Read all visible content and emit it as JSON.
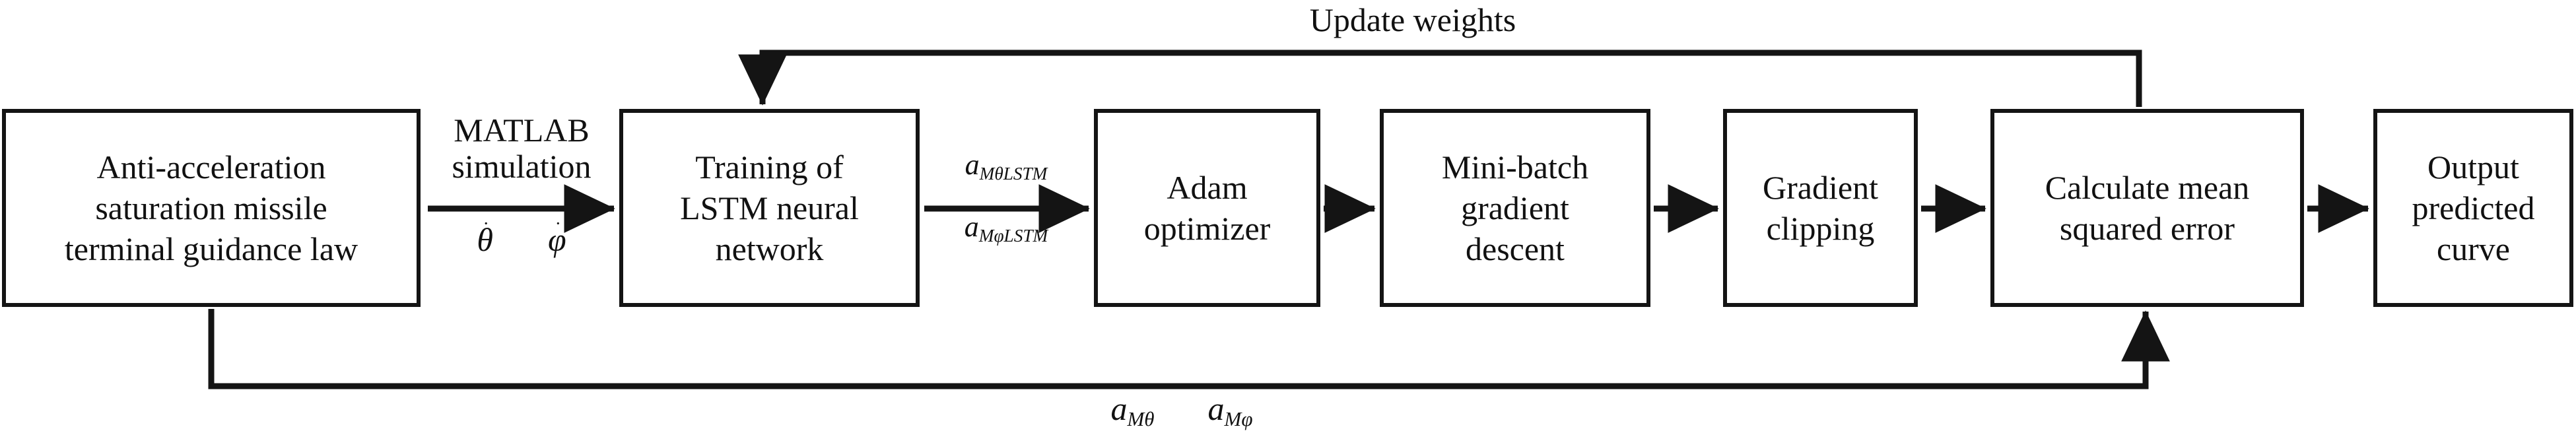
{
  "diagram": {
    "title_text": "LSTM training flow for anti-acceleration saturation missile terminal guidance law",
    "type": "flowchart",
    "orientation": "left-to-right",
    "stroke_color": "#141414",
    "fill_color": "#ffffff",
    "text_color": "#111111"
  },
  "nodes": [
    {
      "id": "guidance-law",
      "label": "Anti-acceleration\nsaturation missile\nterminal guidance law"
    },
    {
      "id": "lstm-training",
      "label": "Training of\nLSTM neural\nnetwork"
    },
    {
      "id": "adam-optimizer",
      "label": "Adam\noptimizer"
    },
    {
      "id": "minibatch-gd",
      "label": "Mini-batch\ngradient\ndescent"
    },
    {
      "id": "gradient-clipping",
      "label": "Gradient\nclipping"
    },
    {
      "id": "mse",
      "label": "Calculate mean\nsquared error"
    },
    {
      "id": "output-curve",
      "label": "Output\npredicted\ncurve"
    }
  ],
  "edge_labels": {
    "matlab_simulation": "MATLAB\nsimulation",
    "theta_dot_symbol": "θ",
    "phi_dot_symbol": "φ",
    "dot_mark": "˙",
    "a_symbol": "a",
    "lstm_theta_sub": "MθLSTM",
    "lstm_phi_sub": "MφLSTM",
    "fb_theta_sub": "Mθ",
    "fb_phi_sub": "Mφ",
    "update_weights": "Update weights"
  },
  "edges": [
    {
      "from": "guidance-law",
      "to": "lstm-training",
      "label": "MATLAB simulation / θ̇ φ̇"
    },
    {
      "from": "lstm-training",
      "to": "adam-optimizer",
      "label": "a_MθLSTM / a_MφLSTM"
    },
    {
      "from": "adam-optimizer",
      "to": "minibatch-gd",
      "label": ""
    },
    {
      "from": "minibatch-gd",
      "to": "gradient-clipping",
      "label": ""
    },
    {
      "from": "gradient-clipping",
      "to": "mse",
      "label": ""
    },
    {
      "from": "mse",
      "to": "output-curve",
      "label": ""
    },
    {
      "from": "mse",
      "to": "lstm-training",
      "label": "Update weights",
      "routing": "top-feedback"
    },
    {
      "from": "guidance-law",
      "to": "mse",
      "label": "a_Mθ a_Mφ",
      "routing": "bottom-feedback"
    }
  ]
}
